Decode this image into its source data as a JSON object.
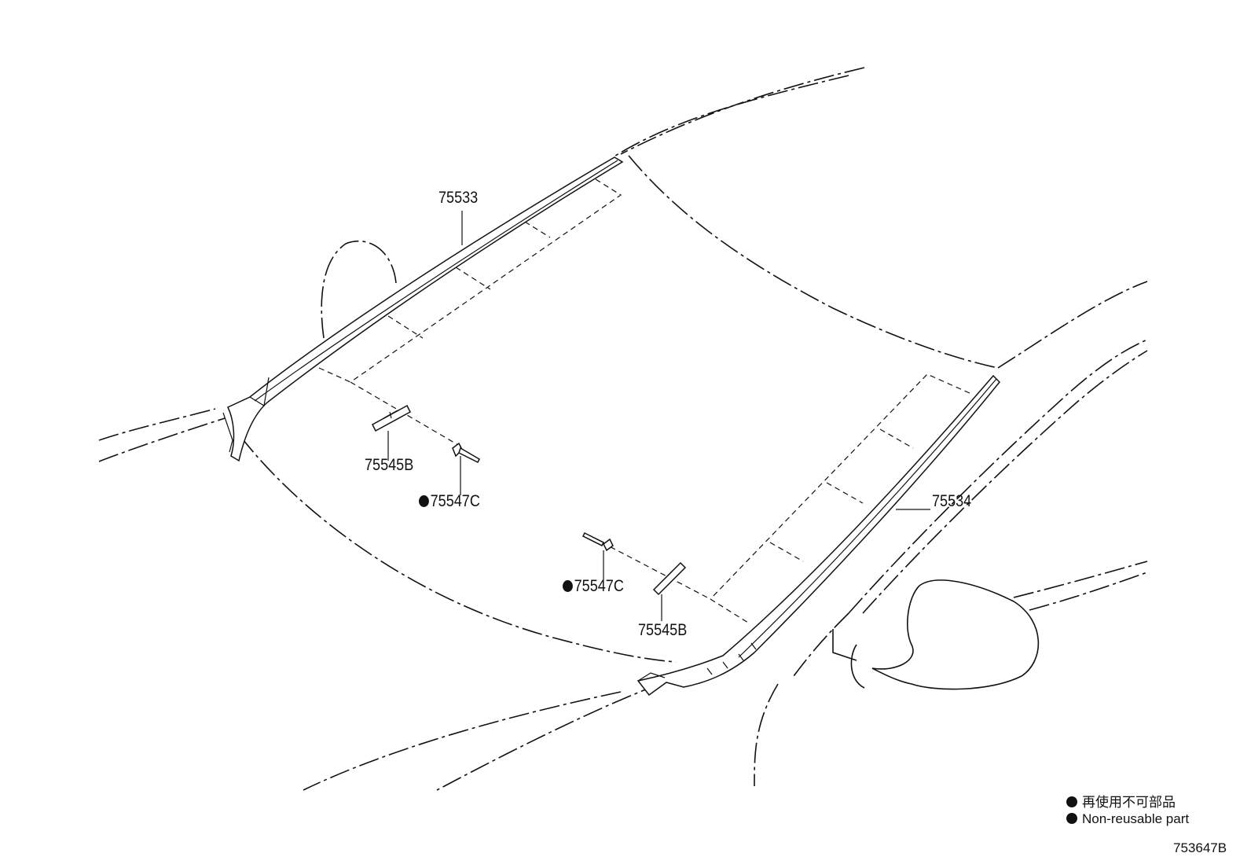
{
  "parts": [
    {
      "id": "p1",
      "number": "75533",
      "non_reusable": false
    },
    {
      "id": "p2",
      "number": "75534",
      "non_reusable": false
    },
    {
      "id": "p3",
      "number": "75545B",
      "non_reusable": false
    },
    {
      "id": "p4",
      "number": "75547C",
      "non_reusable": true
    },
    {
      "id": "p5",
      "number": "75547C",
      "non_reusable": true
    },
    {
      "id": "p6",
      "number": "75545B",
      "non_reusable": false
    }
  ],
  "legend": {
    "line_jp": "再使用不可部品",
    "line_en": "Non-reusable part"
  },
  "illustration_code": "753647B",
  "colors": {
    "line": "#111111",
    "background": "#ffffff"
  }
}
